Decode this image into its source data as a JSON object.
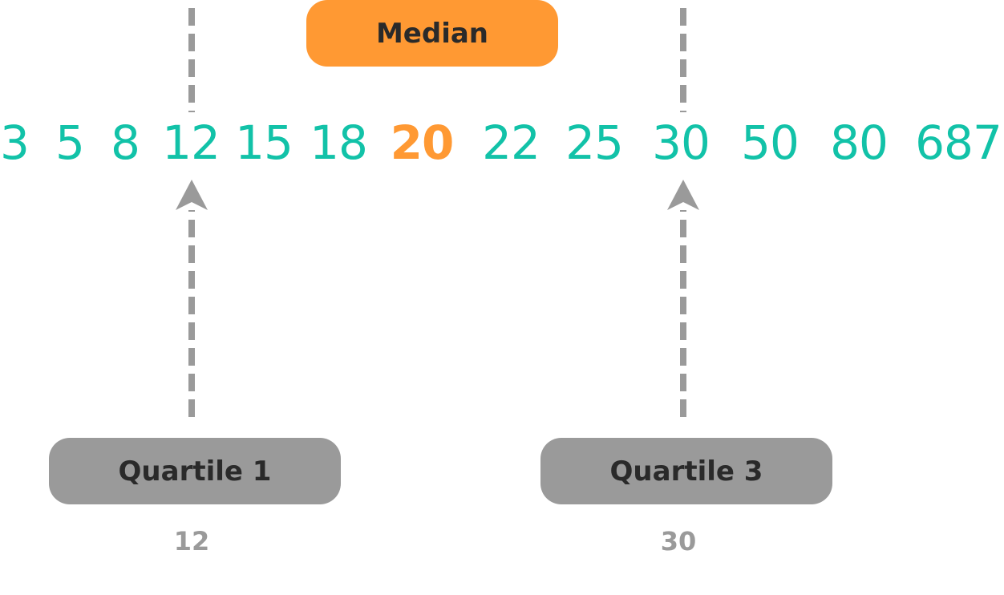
{
  "numbers": [
    "3",
    "5",
    "8",
    "12",
    "15",
    "18",
    "20",
    "22",
    "25",
    "30",
    "50",
    "80",
    "687"
  ],
  "median_index": 6,
  "labels": {
    "median": "Median",
    "quartile1": "Quartile 1",
    "quartile3": "Quartile 3"
  },
  "values": {
    "quartile1": "12",
    "quartile3": "30"
  },
  "colors": {
    "numbers": "#12c2a8",
    "median": "#ff9933",
    "quartile_pill": "#9a9a9a",
    "line": "#9a9a9a"
  }
}
